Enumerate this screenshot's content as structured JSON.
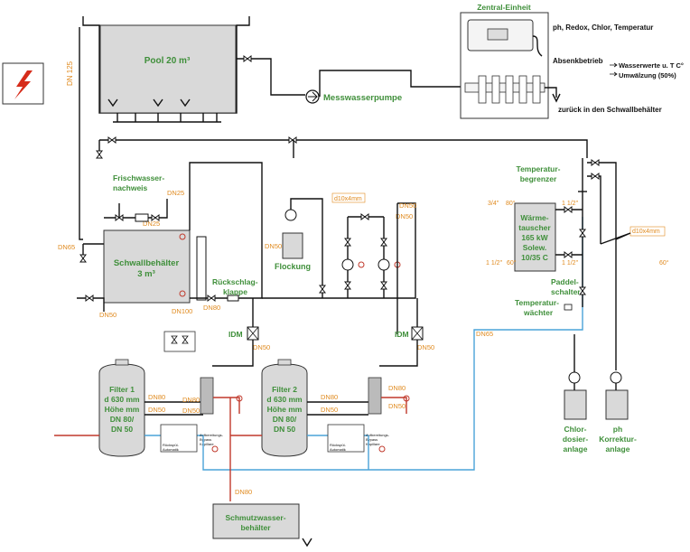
{
  "labels": {
    "central_unit": "Zentral-Einheit",
    "measurements": "ph, Redox, Chlor, Temperatur",
    "setback": "Absenkbetrieb",
    "setback_values": "Wasserwerte u. T C°",
    "circulation": "Umwälzung (50%)",
    "return": "zurück in den Schwallbehälter",
    "pool_line1": "Pool 20 m³",
    "measuring_pump": "Messwasserpumpe",
    "fresh_water_1": "Frischwasser-",
    "fresh_water_2": "nachweis",
    "surge_tank_1": "Schwallbehälter",
    "surge_tank_2": "3 m³",
    "flocculation": "Flockung",
    "check_valve_1": "Rückschlag-",
    "check_valve_2": "klappe",
    "temp_limiter_1": "Temperatur-",
    "temp_limiter_2": "begrenzer",
    "hx_1": "Wärme-",
    "hx_2": "tauscher",
    "hx_3": "165 kW",
    "hx_4": "Solew.",
    "hx_5": "10/35 C",
    "paddle_1": "Paddel-",
    "paddle_2": "schalter",
    "temp_guard_1": "Temperatur-",
    "temp_guard_2": "wächter",
    "idm_1": "IDM",
    "idm_2": "IDM",
    "filter1_1": "Filter 1",
    "filter1_2": "d 630 mm",
    "filter1_3": "Höhe mm",
    "filter1_4": "DN 80/",
    "filter1_5": "DN 50",
    "filter2_1": "Filter 2",
    "filter2_2": "d 630 mm",
    "filter2_3": "Höhe mm",
    "filter2_4": "DN 80/",
    "filter2_5": "DN 50",
    "dirty_1": "Schmutzwasser-",
    "dirty_2": "behälter",
    "chlor_1": "Chlor-",
    "chlor_2": "dosier-",
    "chlor_3": "anlage",
    "ph_1": "ph",
    "ph_2": "Korrektur-",
    "ph_3": "anlage",
    "backwash_a": "Rückspül-",
    "backwash_b": "Automatik",
    "backwash_c": "Aufbereitungs-",
    "backwash_d": "Bypass",
    "backwash_e": "Kapillare"
  },
  "dn_labels": {
    "dn125": "DN 125",
    "dn25a": "DN25",
    "dn25b": "DN25",
    "dn65a": "DN65",
    "dn50a": "DN50",
    "dn50b": "DN50",
    "dn50c": "DN50",
    "dn50d": "DN50",
    "dn100": "DN100",
    "dn80a": "DN80",
    "dn50e": "DN50",
    "dn50f": "DN50",
    "dn80b": "DN80",
    "dn50g": "DN50",
    "dn80c": "DN80",
    "dn50h": "DN50",
    "dn80d": "DN80",
    "dn50i": "DN50",
    "dn80e": "DN80",
    "dn50j": "DN50",
    "dn80f": "DN80",
    "dn65b": "DN65",
    "d10a": "d10x4mm",
    "d10b": "d10x4mm",
    "size34": "3/4\"",
    "t80a": "80°",
    "t60": "60°",
    "size112a": "1 1/2\"",
    "size112b": "1 1/2\"",
    "size112c": "1 1/2\"",
    "t60b": "60°"
  },
  "colors": {
    "label_green": "#3f8f3a",
    "dn_orange": "#e08a1e",
    "water_blue": "#4aa3d8",
    "dirty_red": "#c0392b",
    "tank_gray": "#d9d9d9"
  }
}
